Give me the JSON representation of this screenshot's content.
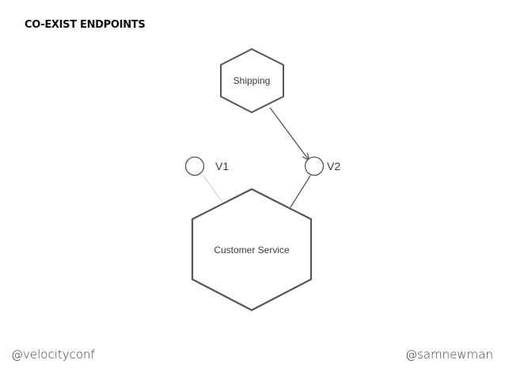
{
  "slide": {
    "title": "CO-EXIST ENDPOINTS"
  },
  "diagram": {
    "services": {
      "shipping": {
        "label": "Shipping"
      },
      "customer_service": {
        "label": "Customer Service"
      }
    },
    "endpoints": {
      "v1": {
        "label": "V1"
      },
      "v2": {
        "label": "V2"
      }
    },
    "colors": {
      "outline": "#555555",
      "faded_link": "#d6d6d6",
      "text": "#3a3a3a"
    }
  },
  "footer": {
    "left_handle": "@velocityconf",
    "right_handle": "@samnewman"
  }
}
